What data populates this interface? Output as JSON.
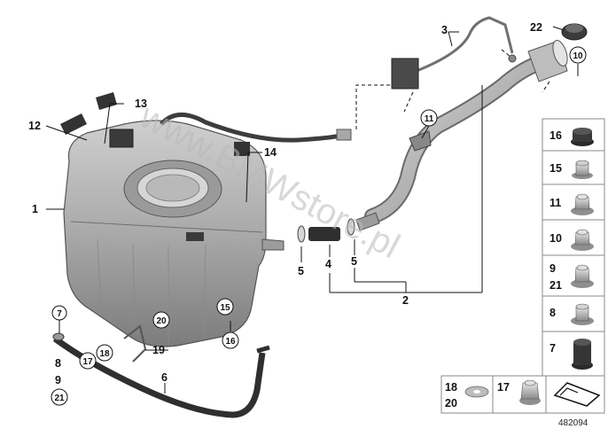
{
  "diagram": {
    "watermark": "www.BMWstore.pl",
    "document_number": "482094",
    "callouts": {
      "c1": "1",
      "c2": "2",
      "c3": "3",
      "c4": "4",
      "c5a": "5",
      "c5b": "5",
      "c6": "6",
      "c7": "7",
      "c8": "8",
      "c9": "9",
      "c10": "10",
      "c11": "11",
      "c12": "12",
      "c13": "13",
      "c14": "14",
      "c15": "15",
      "c16": "16",
      "c17": "17",
      "c18": "18",
      "c19": "19",
      "c20": "20",
      "c21": "21",
      "c22": "22"
    },
    "legend": {
      "p16": "16",
      "p15": "15",
      "p11": "11",
      "p10": "10",
      "p9": "9",
      "p21": "21",
      "p8": "8",
      "p7": "7",
      "p18": "18",
      "p20": "20",
      "p17": "17"
    }
  }
}
